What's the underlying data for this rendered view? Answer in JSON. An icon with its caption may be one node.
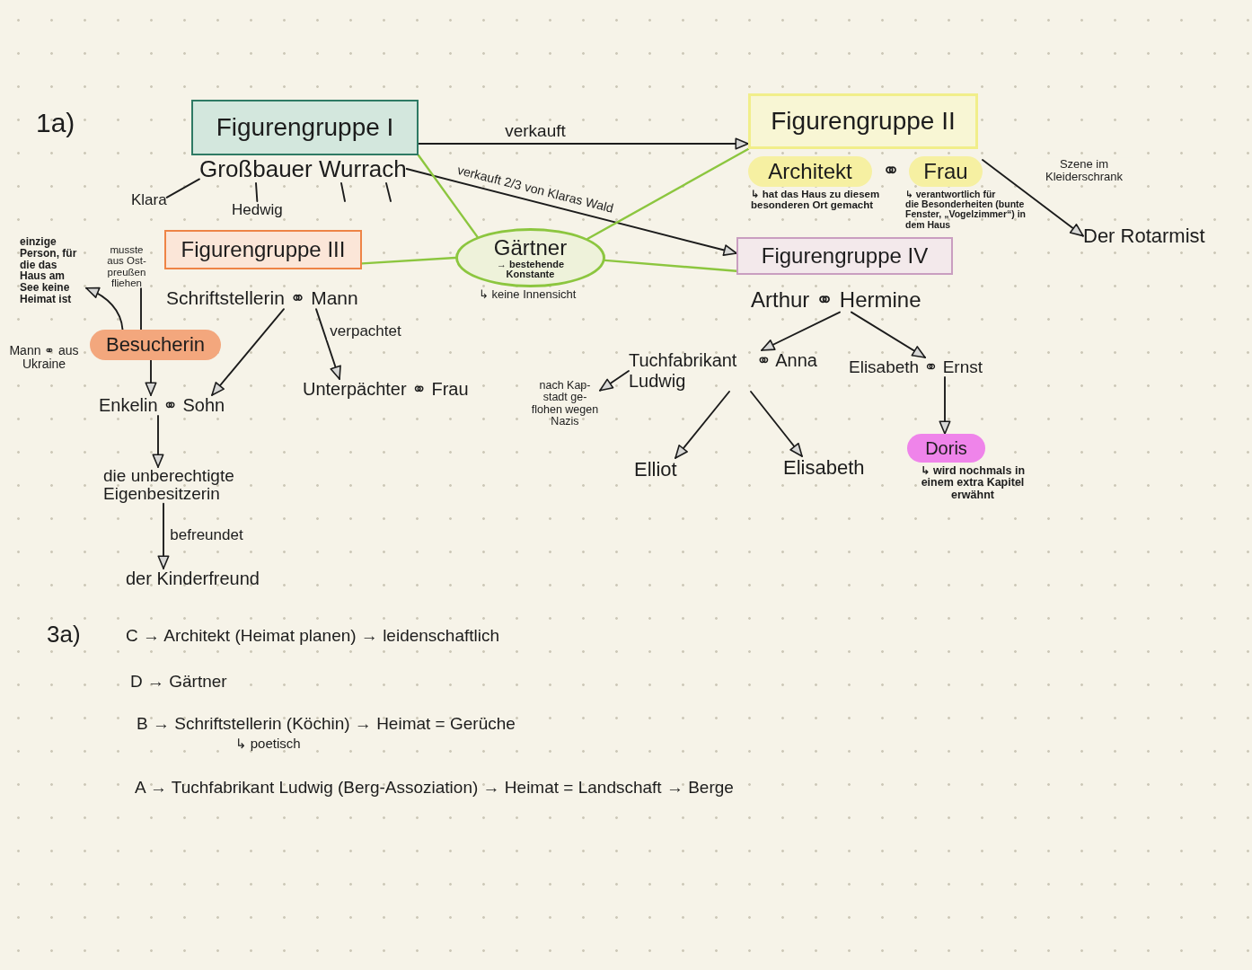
{
  "diagram": {
    "nodes": [
      {
        "text": [
          "Figurengruppe I"
        ]
      },
      {
        "text": [
          "Großbauer Wurrach"
        ]
      },
      {
        "text": [
          "Klara"
        ]
      },
      {
        "text": [
          "Hedwig"
        ]
      },
      {
        "text": [
          "Figurengruppe II"
        ]
      },
      {
        "text": [
          "Architekt"
        ],
        "beside": [
          "↳ hat das Haus zu diesem besonderen Ort gemacht"
        ]
      },
      {
        "text": [
          "Frau"
        ],
        "beside": [
          "↳ verantwortlich für die Besonderheiten (bunte Fenster, „Vogelzimmer“) in dem Haus"
        ]
      },
      {
        "text": [
          "Der Rotarmist"
        ]
      },
      {
        "text": [
          "einzige Person, für die das Haus am See keine Heimat ist"
        ]
      },
      {
        "text": [
          "musste aus Ost- preußen fliehen"
        ]
      },
      {
        "text": [
          "Figurengruppe III"
        ]
      },
      {
        "text": [
          "Gärtner",
          "→ bestehende Konstante"
        ],
        "beside": [
          "↳ keine Innensicht"
        ]
      },
      {
        "text": [
          "Figurengruppe IV"
        ]
      },
      {
        "text": [
          "Schriftstellerin ⚭ Mann"
        ]
      },
      {
        "text": [
          "Arthur ⚭ Hermine"
        ]
      },
      {
        "text": [
          "Besucherin"
        ],
        "beside": [
          "Mann ⚭ aus Ukraine"
        ]
      },
      {
        "text": [
          "Tuchfabrikant Ludwig",
          "⚭ Anna"
        ]
      },
      {
        "text": [
          "Elisabeth ⚭ Ernst"
        ]
      },
      {
        "text": [
          "nach Kap- stadt ge- flohen wegen Nazis"
        ]
      },
      {
        "text": [
          "Enkelin ⚭ Sohn"
        ]
      },
      {
        "text": [
          "Unterpächter ⚭ Frau"
        ]
      },
      {
        "text": [
          "Elliot"
        ]
      },
      {
        "text": [
          "Elisabeth"
        ]
      },
      {
        "text": [
          "Doris"
        ],
        "beside": [
          "↳ wird nochmals in einem extra Kapitel erwähnt"
        ]
      },
      {
        "text": [
          "die unberechtigte Eigenbesitzerin"
        ]
      },
      {
        "text": [
          "der Kinderfreund"
        ]
      }
    ],
    "edges": [
      {
        "from": 0,
        "to": 4,
        "arrow": "to",
        "label": "verkauft"
      },
      {
        "from": 1,
        "to": 12,
        "arrow": "to",
        "label": "verkauft 2/3 von Klaras Wald"
      },
      {
        "from": 1,
        "to": 2,
        "arrow": "none"
      },
      {
        "from": 1,
        "to": 3,
        "arrow": "none"
      },
      {
        "from": 11,
        "to": 0,
        "arrow": "none",
        "color": "#8cc63f"
      },
      {
        "from": 11,
        "to": 4,
        "arrow": "none",
        "color": "#8cc63f"
      },
      {
        "from": 11,
        "to": 10,
        "arrow": "none",
        "color": "#8cc63f"
      },
      {
        "from": 11,
        "to": 12,
        "arrow": "none",
        "color": "#8cc63f"
      },
      {
        "from": 6,
        "to": 7,
        "arrow": "to",
        "label": "Szene im Kleiderschrank"
      },
      {
        "from": 15,
        "to": 8,
        "arrow": "to"
      },
      {
        "from": 15,
        "to": 9,
        "arrow": "none"
      },
      {
        "from": 15,
        "to": 19,
        "arrow": "to"
      },
      {
        "from": 13,
        "to": 19,
        "arrow": "to"
      },
      {
        "from": 13,
        "to": 20,
        "arrow": "to",
        "label": "verpachtet"
      },
      {
        "from": 14,
        "to": 16,
        "arrow": "to"
      },
      {
        "from": 14,
        "to": 17,
        "arrow": "to"
      },
      {
        "from": 16,
        "to": 18,
        "arrow": "to"
      },
      {
        "from": 16,
        "to": 21,
        "arrow": "to"
      },
      {
        "from": 16,
        "to": 22,
        "arrow": "to"
      },
      {
        "from": 17,
        "to": 23,
        "arrow": "to"
      },
      {
        "from": 19,
        "to": 24,
        "arrow": "to"
      },
      {
        "from": 24,
        "to": 25,
        "arrow": "to",
        "label": "befreundet"
      },
      {
        "from": 1,
        "to": null,
        "arrow": "none"
      },
      {
        "from": 1,
        "to": null,
        "arrow": "none"
      }
    ],
    "labels": [
      "1a)",
      "⚭",
      "3a)",
      "C → Architekt (Heimat planen) → leidenschaftlich",
      "D → Gärtner",
      "B → Schriftstellerin (Köchin) → Heimat = Gerüche",
      "↳ poetisch",
      "A → Tuchfabrikant Ludwig (Berg-Assoziation) → Heimat = Landschaft → Berge"
    ]
  }
}
